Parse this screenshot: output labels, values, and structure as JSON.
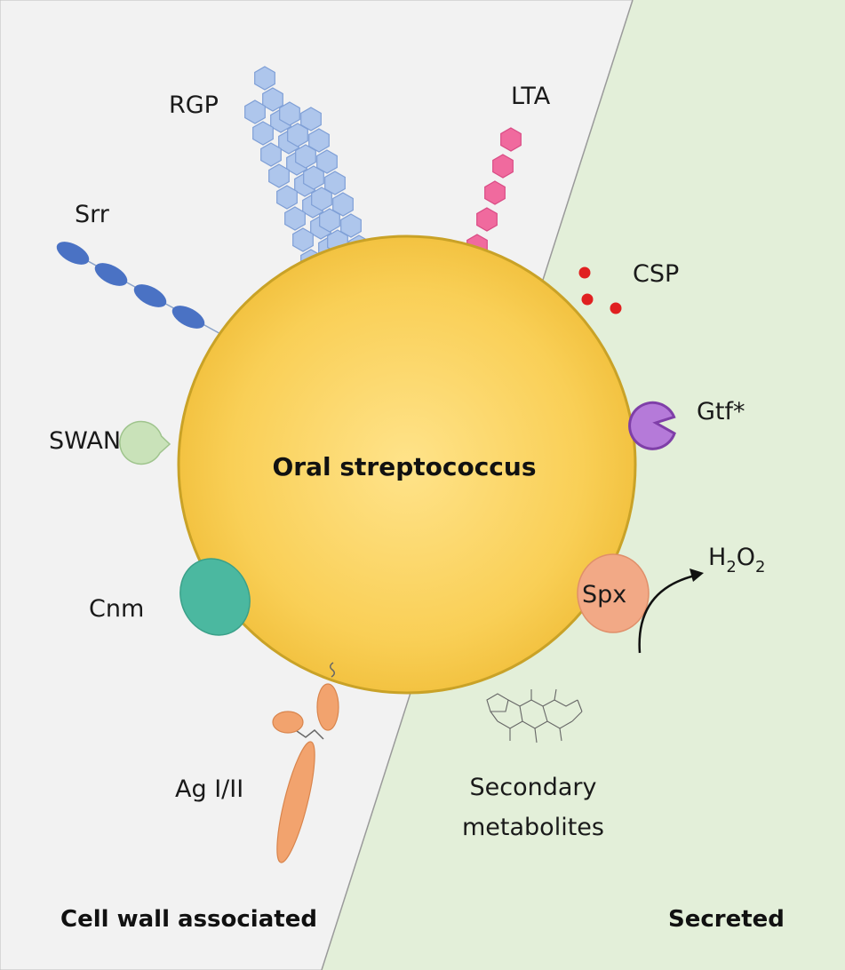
{
  "center_label": "Oral streptococcus",
  "panels": {
    "left": {
      "label": "Cell wall associated",
      "color": "#f2f2f2"
    },
    "right": {
      "label": "Secreted",
      "color": "#e3efd9"
    }
  },
  "components": {
    "rgp": "RGP",
    "lta": "LTA",
    "srr": "Srr",
    "csp": "CSP",
    "gtf": "Gtf*",
    "swan": "SWAN",
    "cnm": "Cnm",
    "spx": "Spx",
    "agi_ii": "Ag I/II",
    "secondary_metabolites_line1": "Secondary",
    "secondary_metabolites_line2": "metabolites"
  },
  "product": {
    "h": "H",
    "h_sub": "2",
    "o": "O",
    "o_sub": "2"
  },
  "colors": {
    "cell_fill": "#f7c94a",
    "cell_stroke": "#c9a227",
    "rgp": "#aec6ec",
    "lta": "#f06a9e",
    "srr": "#4a72c4",
    "csp": "#e02020",
    "gtf": "#b57ad9",
    "swan": "#c9e2b9",
    "cnm": "#4bb8a0",
    "spx": "#f2a986",
    "agi_ii": "#f2a36e"
  }
}
